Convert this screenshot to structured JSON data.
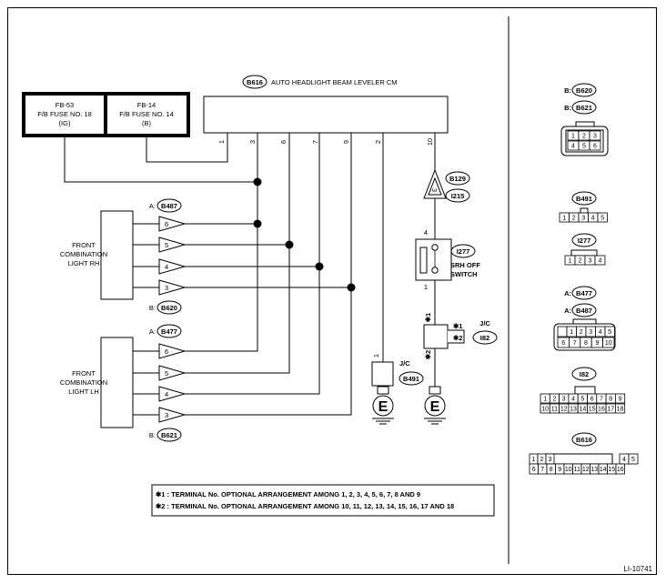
{
  "module": {
    "code": "B616",
    "title": "AUTO HEADLIGHT BEAM LEVELER CM",
    "pins": [
      "1",
      "3",
      "6",
      "7",
      "9",
      "2",
      "10"
    ]
  },
  "fuses": [
    {
      "name": "FB-53",
      "desc": "F/B FUSE NO. 18",
      "sub": "(IG)"
    },
    {
      "name": "FB-14",
      "desc": "F/B FUSE NO. 14",
      "sub": "(B)"
    }
  ],
  "front_rh": {
    "label": [
      "FRONT",
      "COMBINATION",
      "LIGHT RH"
    ],
    "conn_top": "A:",
    "conn_top_code": "B487",
    "conn_bot": "B:",
    "conn_bot_code": "B620",
    "pins": [
      "6",
      "5",
      "4",
      "3"
    ]
  },
  "front_lh": {
    "label": [
      "FRONT",
      "COMBINATION",
      "LIGHT LH"
    ],
    "conn_top": "A:",
    "conn_top_code": "B477",
    "conn_bot": "B:",
    "conn_bot_code": "B621",
    "pins": [
      "6",
      "5",
      "4",
      "3"
    ]
  },
  "srh": {
    "codes": [
      "B129",
      "I215"
    ],
    "triangle_pin": "3",
    "switch_code": "I277",
    "label": [
      "SRH OFF",
      "SWITCH"
    ],
    "pin_top": "4",
    "pin_bot": "1"
  },
  "jc_i82": {
    "label": "J/C",
    "code": "I82",
    "star1": "✱1",
    "star2": "✱2"
  },
  "jc_b491": {
    "label": "J/C",
    "code": "B491",
    "pin": "1"
  },
  "ground": {
    "symbol": "E"
  },
  "notes": [
    "✱1 : TERMINAL No. OPTIONAL ARRANGEMENT AMONG 1, 2, 3, 4, 5, 6, 7, 8 AND 9",
    "✱2 : TERMINAL No. OPTIONAL ARRANGEMENT AMONG 10, 11, 12, 13, 14, 15, 16, 17 AND 18"
  ],
  "figure_id": "LI-10741",
  "connectors": {
    "c1": {
      "prefixes": [
        "B:",
        "B:"
      ],
      "codes": [
        "B620",
        "B621"
      ],
      "pins": [
        "1",
        "2",
        "3",
        "4",
        "5",
        "6"
      ]
    },
    "c2": {
      "code": "B491",
      "pins": [
        "1",
        "2",
        "3",
        "4",
        "5"
      ]
    },
    "c3": {
      "code": "I277",
      "pins": [
        "1",
        "2",
        "3",
        "4"
      ]
    },
    "c4": {
      "prefixes": [
        "A:",
        "A:"
      ],
      "codes": [
        "B477",
        "B487"
      ],
      "pins": [
        "1",
        "2",
        "3",
        "4",
        "5",
        "6",
        "7",
        "8",
        "9",
        "10"
      ]
    },
    "c5": {
      "code": "I82",
      "pins": [
        "1",
        "2",
        "3",
        "4",
        "5",
        "6",
        "7",
        "8",
        "9",
        "10",
        "11",
        "12",
        "13",
        "14",
        "15",
        "16",
        "17",
        "18"
      ]
    },
    "c6": {
      "code": "B616",
      "pins": [
        "1",
        "2",
        "3",
        "4",
        "5",
        "6",
        "7",
        "8",
        "9",
        "10",
        "11",
        "12",
        "13",
        "14",
        "15",
        "16"
      ]
    }
  }
}
